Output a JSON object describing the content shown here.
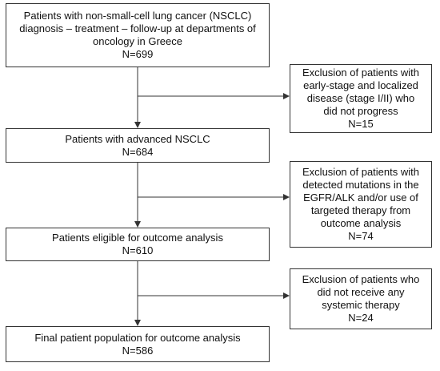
{
  "flow_boxes": [
    {
      "lines": [
        "Patients with non-small-cell lung cancer (NSCLC)",
        "diagnosis – treatment – follow-up at departments of",
        "oncology in Greece",
        "N=699"
      ]
    },
    {
      "lines": [
        "Patients with advanced NSCLC",
        "N=684"
      ]
    },
    {
      "lines": [
        "Patients eligible for outcome analysis",
        "N=610"
      ]
    },
    {
      "lines": [
        "Final patient population for outcome analysis",
        "N=586"
      ]
    }
  ],
  "exclusion_boxes": [
    {
      "lines": [
        "Exclusion of patients with",
        "early-stage and localized",
        "disease (stage I/II) who",
        "did not progress",
        "N=15"
      ]
    },
    {
      "lines": [
        "Exclusion of patients with",
        "detected mutations in the",
        "EGFR/ALK and/or use of",
        "targeted therapy from",
        "outcome analysis",
        "N=74"
      ]
    },
    {
      "lines": [
        "Exclusion of patients who",
        "did not receive any",
        "systemic therapy",
        "N=24"
      ]
    }
  ]
}
